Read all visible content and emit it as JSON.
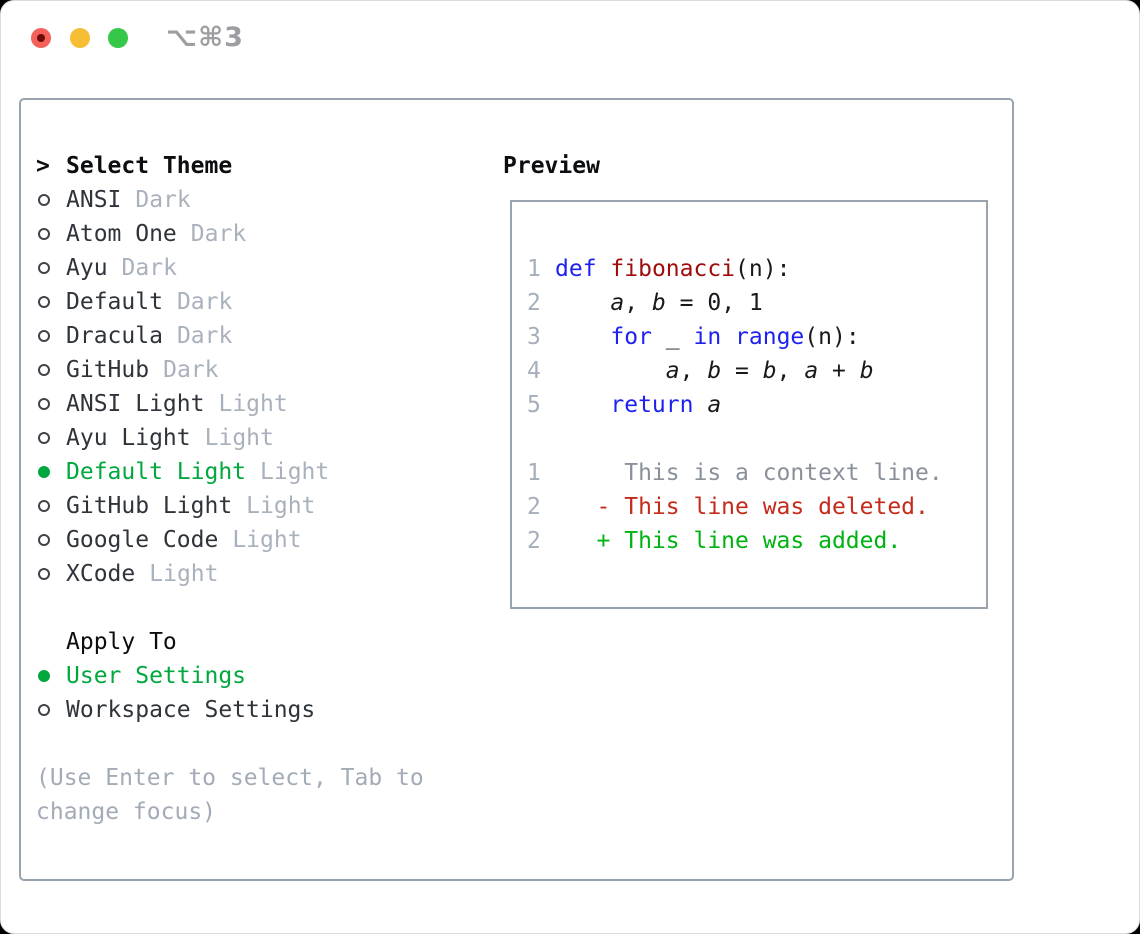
{
  "window": {
    "titlebar": {
      "shortcut": "⌥⌘3",
      "traffic_lights": [
        "close",
        "minimize",
        "zoom"
      ]
    }
  },
  "theme_selector": {
    "prompt": ">",
    "title": "Select Theme",
    "items": [
      {
        "label": "ANSI",
        "variant": "Dark",
        "selected": false
      },
      {
        "label": "Atom One",
        "variant": "Dark",
        "selected": false
      },
      {
        "label": "Ayu",
        "variant": "Dark",
        "selected": false
      },
      {
        "label": "Default",
        "variant": "Dark",
        "selected": false
      },
      {
        "label": "Dracula",
        "variant": "Dark",
        "selected": false
      },
      {
        "label": "GitHub",
        "variant": "Dark",
        "selected": false
      },
      {
        "label": "ANSI Light",
        "variant": "Light",
        "selected": false
      },
      {
        "label": "Ayu Light",
        "variant": "Light",
        "selected": false
      },
      {
        "label": "Default Light",
        "variant": "Light",
        "selected": true
      },
      {
        "label": "GitHub Light",
        "variant": "Light",
        "selected": false
      },
      {
        "label": "Google Code",
        "variant": "Light",
        "selected": false
      },
      {
        "label": "XCode",
        "variant": "Light",
        "selected": false
      }
    ],
    "apply_to": {
      "title": "Apply To",
      "options": [
        {
          "label": "User Settings",
          "selected": true
        },
        {
          "label": "Workspace Settings",
          "selected": false
        }
      ]
    },
    "help_text": "(Use Enter to select, Tab to change focus)"
  },
  "preview": {
    "title": "Preview",
    "code_lines": [
      {
        "num": "1",
        "tokens": [
          {
            "t": "def",
            "c": "kw"
          },
          {
            "t": " ",
            "c": "pl"
          },
          {
            "t": "fibonacci",
            "c": "fn"
          },
          {
            "t": "(n):",
            "c": "pl"
          }
        ]
      },
      {
        "num": "2",
        "tokens": [
          {
            "t": "    ",
            "c": "pl"
          },
          {
            "t": "a",
            "c": "var"
          },
          {
            "t": ", ",
            "c": "pl"
          },
          {
            "t": "b",
            "c": "var"
          },
          {
            "t": " = 0, 1",
            "c": "pl"
          }
        ]
      },
      {
        "num": "3",
        "tokens": [
          {
            "t": "    ",
            "c": "pl"
          },
          {
            "t": "for",
            "c": "kw"
          },
          {
            "t": " _ ",
            "c": "pl"
          },
          {
            "t": "in",
            "c": "kw"
          },
          {
            "t": " ",
            "c": "pl"
          },
          {
            "t": "range",
            "c": "kw"
          },
          {
            "t": "(n):",
            "c": "pl"
          }
        ]
      },
      {
        "num": "4",
        "tokens": [
          {
            "t": "        ",
            "c": "pl"
          },
          {
            "t": "a",
            "c": "var"
          },
          {
            "t": ", ",
            "c": "pl"
          },
          {
            "t": "b",
            "c": "var"
          },
          {
            "t": " = ",
            "c": "pl"
          },
          {
            "t": "b",
            "c": "var"
          },
          {
            "t": ", ",
            "c": "pl"
          },
          {
            "t": "a",
            "c": "var"
          },
          {
            "t": " + ",
            "c": "pl"
          },
          {
            "t": "b",
            "c": "var"
          }
        ]
      },
      {
        "num": "5",
        "tokens": [
          {
            "t": "    ",
            "c": "pl"
          },
          {
            "t": "return",
            "c": "kw"
          },
          {
            "t": " ",
            "c": "pl"
          },
          {
            "t": "a",
            "c": "var"
          }
        ]
      }
    ],
    "diff_lines": [
      {
        "num": "1",
        "tokens": [
          {
            "t": "     This is a context line.",
            "c": "ctx"
          }
        ]
      },
      {
        "num": "2",
        "tokens": [
          {
            "t": "   ",
            "c": "pl"
          },
          {
            "t": "- This line was deleted.",
            "c": "del"
          }
        ]
      },
      {
        "num": "2",
        "tokens": [
          {
            "t": "   ",
            "c": "pl"
          },
          {
            "t": "+ This line was added.",
            "c": "add"
          }
        ]
      }
    ]
  },
  "colors": {
    "accent_green": "#00a83e",
    "keyword_blue": "#1e22ee",
    "function_red": "#9e0c0c",
    "diff_deleted": "#c52a1a",
    "diff_added": "#00b312",
    "border_gray": "#99a3ae",
    "muted_gray": "#a9b1bc"
  }
}
